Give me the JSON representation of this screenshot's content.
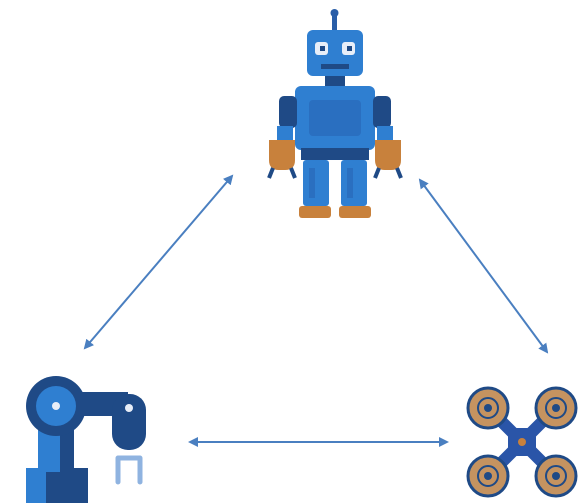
{
  "diagram": {
    "nodes": [
      {
        "id": "humanoid",
        "icon": "humanoid-robot-icon"
      },
      {
        "id": "arm",
        "icon": "robotic-arm-icon"
      },
      {
        "id": "drone",
        "icon": "quadcopter-drone-icon"
      }
    ],
    "connections": [
      {
        "from": "humanoid",
        "to": "arm",
        "style": "bidirectional-arrow"
      },
      {
        "from": "humanoid",
        "to": "drone",
        "style": "bidirectional-arrow"
      },
      {
        "from": "arm",
        "to": "drone",
        "style": "bidirectional-arrow"
      }
    ]
  },
  "colors": {
    "arrow": "#4a7fc0",
    "robot_blue": "#2f7fd1",
    "robot_dark": "#1f4a86",
    "robot_hand": "#c8813c",
    "robot_face": "#e8eef8",
    "drone_ring": "#c59360",
    "drone_body": "#2a55a8"
  }
}
